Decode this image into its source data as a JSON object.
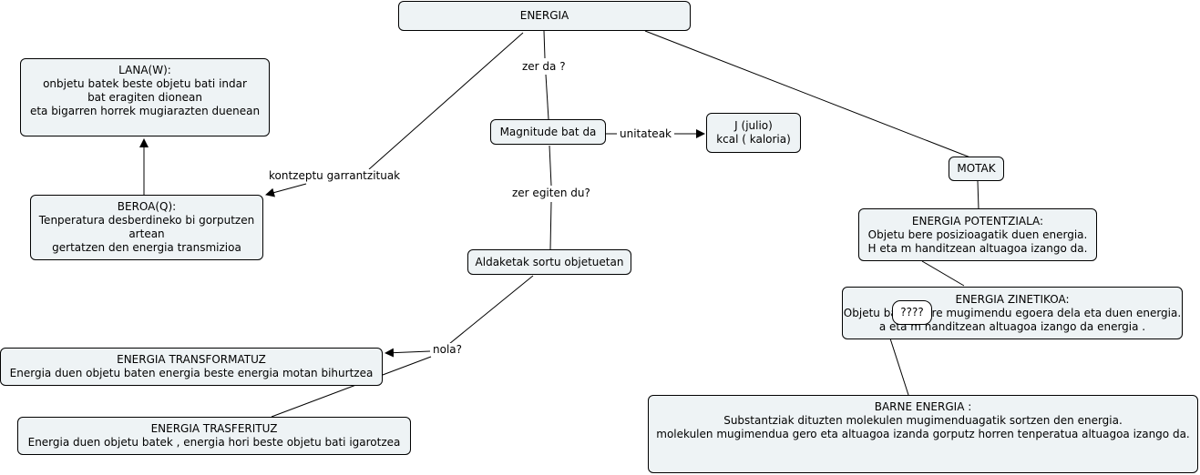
{
  "nodes": {
    "energia": "ENERGIA",
    "lana": [
      "LANA(W):",
      "onbjetu batek beste objetu bati indar",
      "bat eragiten dionean",
      "eta bigarren horrek mugiarazten duenean"
    ],
    "beroa": [
      "BEROA(Q):",
      "Tenperatura desberdineko bi gorputzen",
      "artean",
      "gertatzen den energia transmizioa"
    ],
    "magnitude": "Magnitude bat da",
    "julio": [
      "J (julio)",
      "kcal ( kaloria)"
    ],
    "aldaketak": "Aldaketak sortu objetuetan",
    "transformatuz": [
      "ENERGIA TRANSFORMATUZ",
      "Energia duen objetu baten energia beste energia motan bihurtzea"
    ],
    "trasferituz": [
      "ENERGIA TRASFERITUZ",
      "Energia duen objetu batek , energia hori beste objetu bati igarotzea"
    ],
    "motak": "MOTAK",
    "potentziala": [
      "ENERGIA POTENTZIALA:",
      "Objetu bere posizioagatik duen energia.",
      "H eta m handitzean altuagoa izango da."
    ],
    "zinetikoa": [
      "ENERGIA ZINETIKOA:",
      "Objetu batek bere mugimendu egoera dela eta duen energia.",
      "a eta m handitzean altuagoa izango da energia ."
    ],
    "barne": [
      "BARNE ENERGIA :",
      "Substantziak dituzten molekulen mugimenduagatik sortzen den energia.",
      "molekulen mugimendua gero eta altuagoa izanda gorputz horren tenperatua altuagoa izango da."
    ]
  },
  "links": {
    "zer_da": "zer da ?",
    "kontzeptu": "kontzeptu garrantzituak",
    "unitateak": "unitateak",
    "zer_egiten": "zer egiten du?",
    "nola": "nola?"
  },
  "popup": "????"
}
